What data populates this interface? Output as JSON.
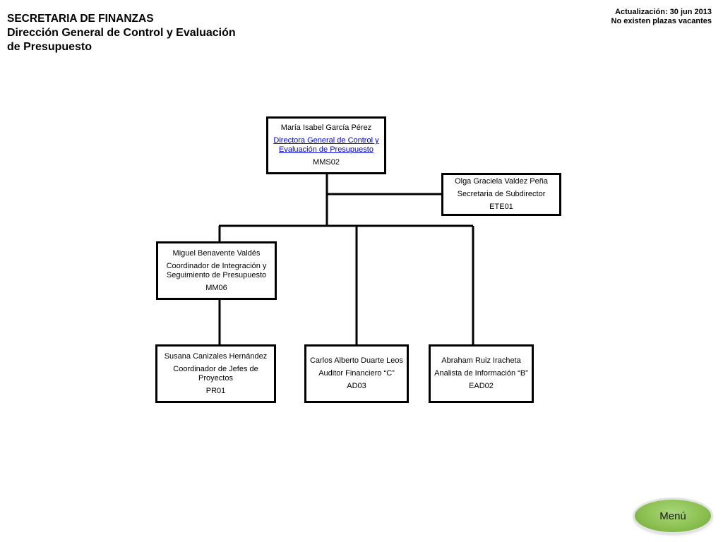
{
  "header": {
    "org": "SECRETARIA DE FINANZAS",
    "department_line1": "Dirección General de Control y Evaluación",
    "department_line2": "de Presupuesto",
    "updated": "Actualización: 30 jun 2013",
    "vacancies": "No existen plazas  vacantes"
  },
  "org_chart": {
    "director": {
      "name": "María Isabel García Pérez",
      "title": "Directora General de Control y Evaluación de Presupuesto",
      "code": "MMS02"
    },
    "secretary": {
      "name": "Olga Graciela Valdez Peña",
      "title": "Secretaria de Subdirector",
      "code": "ETE01"
    },
    "coordinator": {
      "name": "Miguel Benavente Valdés",
      "title": "Coordinador  de Integración  y Seguimiento de Presupuesto",
      "code": "MM06"
    },
    "project_coordinator": {
      "name": "Susana Canizales Hernández",
      "title": "Coordinador de Jefes de Proyectos",
      "code": "PR01"
    },
    "auditor": {
      "name": "Carlos Alberto Duarte Leos",
      "title": "Auditor Financiero “C”",
      "code": "AD03"
    },
    "analyst": {
      "name": "Abraham Ruiz Iracheta",
      "title": "Analista de Información “B”",
      "code": "EAD02"
    }
  },
  "menu": {
    "label": "Menú",
    "color": "#8cc152"
  }
}
